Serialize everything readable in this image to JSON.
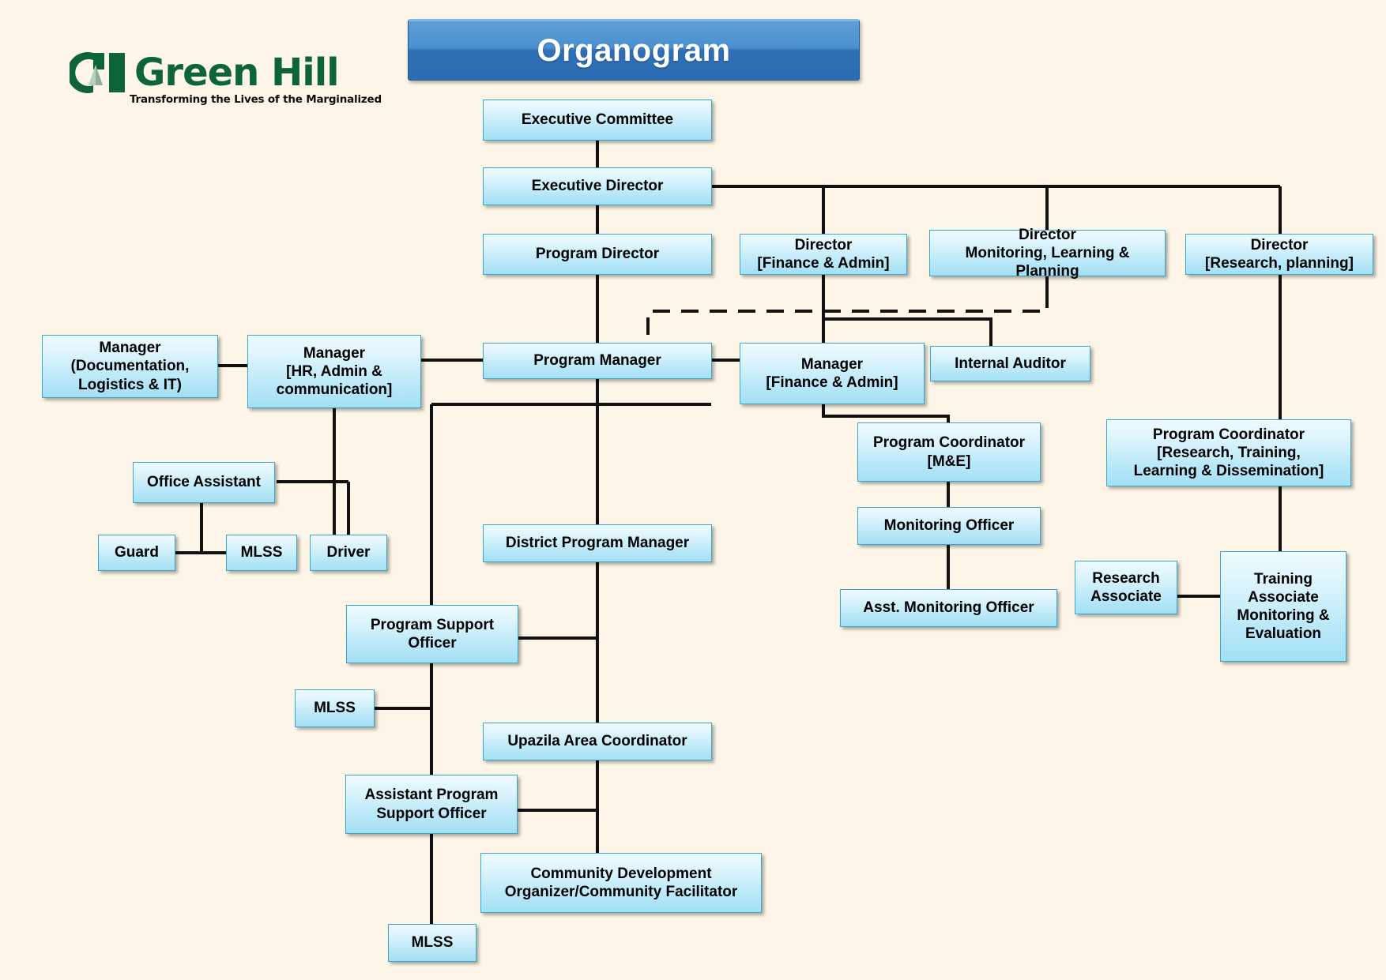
{
  "page": {
    "background_color": "#fdf6e8",
    "title": "Organogram"
  },
  "brand": {
    "name": "Green Hill",
    "tagline": "Transforming the Lives of the Marginalized",
    "logo_mark": "green-hill-gh-monogram",
    "color": "#0c6437"
  },
  "header": {
    "banner_label": "Organogram",
    "banner_color": "#2f6fb5",
    "banner_text_color": "#ffffff"
  },
  "style": {
    "node_fill_top": "#eefaff",
    "node_fill_bottom": "#a3dff4",
    "node_border": "#3aa7c6",
    "connector_color": "#111111"
  },
  "chart_data": {
    "type": "diagram",
    "title": "Organogram",
    "nodes": [
      {
        "id": "exec-committee",
        "label": "Executive Committee"
      },
      {
        "id": "exec-director",
        "label": "Executive Director"
      },
      {
        "id": "program-director",
        "label": "Program Director"
      },
      {
        "id": "director-finance",
        "label": "Director\n[Finance & Admin]"
      },
      {
        "id": "director-monitoring",
        "label": "Director\nMonitoring, Learning &\nPlanning"
      },
      {
        "id": "director-research",
        "label": "Director\n[Research, planning]"
      },
      {
        "id": "manager-doc",
        "label": "Manager\n(Documentation,\nLogistics & IT)"
      },
      {
        "id": "manager-hr",
        "label": "Manager\n[HR, Admin &\ncommunication]"
      },
      {
        "id": "program-manager",
        "label": "Program Manager"
      },
      {
        "id": "manager-finance",
        "label": "Manager\n[Finance & Admin]"
      },
      {
        "id": "internal-auditor",
        "label": "Internal Auditor"
      },
      {
        "id": "office-assistant",
        "label": "Office Assistant"
      },
      {
        "id": "guard",
        "label": "Guard"
      },
      {
        "id": "mlss-admin",
        "label": "MLSS"
      },
      {
        "id": "driver",
        "label": "Driver"
      },
      {
        "id": "district-program-mgr",
        "label": "District Program Manager"
      },
      {
        "id": "pc-me",
        "label": "Program Coordinator\n[M&E]"
      },
      {
        "id": "monitoring-officer",
        "label": "Monitoring Officer"
      },
      {
        "id": "asst-monitoring",
        "label": "Asst. Monitoring Officer"
      },
      {
        "id": "pc-research",
        "label": "Program Coordinator\n[Research, Training,\nLearning & Dissemination]"
      },
      {
        "id": "research-associate",
        "label": "Research\nAssociate"
      },
      {
        "id": "training-associate",
        "label": "Training\nAssociate\nMonitoring &\nEvaluation"
      },
      {
        "id": "program-support",
        "label": "Program Support\nOfficer"
      },
      {
        "id": "mlss-support",
        "label": "MLSS"
      },
      {
        "id": "upazila-coordinator",
        "label": "Upazila Area Coordinator"
      },
      {
        "id": "asst-program-support",
        "label": "Assistant Program\nSupport Officer"
      },
      {
        "id": "cdo",
        "label": "Community Development\nOrganizer/Community Facilitator"
      },
      {
        "id": "mlss-bottom",
        "label": "MLSS"
      }
    ],
    "edges": [
      {
        "from": "exec-committee",
        "to": "exec-director",
        "style": "solid"
      },
      {
        "from": "exec-director",
        "to": "program-director",
        "style": "solid"
      },
      {
        "from": "exec-director",
        "to": "director-finance",
        "style": "solid"
      },
      {
        "from": "exec-director",
        "to": "director-monitoring",
        "style": "solid"
      },
      {
        "from": "exec-director",
        "to": "director-research",
        "style": "solid"
      },
      {
        "from": "program-director",
        "to": "program-manager",
        "style": "solid"
      },
      {
        "from": "program-manager",
        "to": "manager-hr",
        "style": "solid"
      },
      {
        "from": "manager-hr",
        "to": "manager-doc",
        "style": "solid"
      },
      {
        "from": "program-manager",
        "to": "manager-finance",
        "style": "solid"
      },
      {
        "from": "program-manager",
        "to": "director-monitoring",
        "style": "dashed"
      },
      {
        "from": "director-finance",
        "to": "manager-finance",
        "style": "solid"
      },
      {
        "from": "director-finance",
        "to": "internal-auditor",
        "style": "solid"
      },
      {
        "from": "manager-hr",
        "to": "office-assistant",
        "style": "solid"
      },
      {
        "from": "manager-hr",
        "to": "driver",
        "style": "solid"
      },
      {
        "from": "office-assistant",
        "to": "guard",
        "style": "solid"
      },
      {
        "from": "office-assistant",
        "to": "mlss-admin",
        "style": "solid"
      },
      {
        "from": "program-manager",
        "to": "district-program-mgr",
        "style": "solid"
      },
      {
        "from": "manager-finance",
        "to": "pc-me",
        "style": "solid"
      },
      {
        "from": "pc-me",
        "to": "monitoring-officer",
        "style": "solid"
      },
      {
        "from": "monitoring-officer",
        "to": "asst-monitoring",
        "style": "solid"
      },
      {
        "from": "director-research",
        "to": "pc-research",
        "style": "solid"
      },
      {
        "from": "pc-research",
        "to": "research-associate",
        "style": "solid"
      },
      {
        "from": "pc-research",
        "to": "training-associate",
        "style": "solid"
      },
      {
        "from": "program-manager",
        "to": "program-support",
        "style": "solid"
      },
      {
        "from": "program-support",
        "to": "mlss-support",
        "style": "solid"
      },
      {
        "from": "district-program-mgr",
        "to": "program-support",
        "style": "solid"
      },
      {
        "from": "district-program-mgr",
        "to": "upazila-coordinator",
        "style": "solid"
      },
      {
        "from": "program-support",
        "to": "asst-program-support",
        "style": "solid"
      },
      {
        "from": "upazila-coordinator",
        "to": "asst-program-support",
        "style": "solid"
      },
      {
        "from": "upazila-coordinator",
        "to": "cdo",
        "style": "solid"
      },
      {
        "from": "asst-program-support",
        "to": "mlss-bottom",
        "style": "solid"
      }
    ]
  },
  "nodes": {
    "exec_committee": "Executive Committee",
    "exec_director": "Executive Director",
    "program_director": "Program Director",
    "director_finance_l1": "Director",
    "director_finance_l2": "[Finance & Admin]",
    "director_monitoring_l1": "Director",
    "director_monitoring_l2": "Monitoring, Learning &",
    "director_monitoring_l3": "Planning",
    "director_research_l1": "Director",
    "director_research_l2": "[Research, planning]",
    "manager_doc_l1": "Manager",
    "manager_doc_l2": "(Documentation,",
    "manager_doc_l3": "Logistics & IT)",
    "manager_hr_l1": "Manager",
    "manager_hr_l2": "[HR, Admin &",
    "manager_hr_l3": "communication]",
    "program_manager": "Program Manager",
    "manager_finance_l1": "Manager",
    "manager_finance_l2": "[Finance & Admin]",
    "internal_auditor": "Internal Auditor",
    "office_assistant": "Office Assistant",
    "guard": "Guard",
    "mlss_admin": "MLSS",
    "driver": "Driver",
    "district_program_manager": "District Program Manager",
    "pc_me_l1": "Program Coordinator",
    "pc_me_l2": "[M&E]",
    "monitoring_officer": "Monitoring Officer",
    "asst_monitoring_officer": "Asst. Monitoring Officer",
    "pc_research_l1": "Program Coordinator",
    "pc_research_l2": "[Research, Training,",
    "pc_research_l3": "Learning & Dissemination]",
    "research_associate_l1": "Research",
    "research_associate_l2": "Associate",
    "training_associate_l1": "Training",
    "training_associate_l2": "Associate",
    "training_associate_l3": "Monitoring &",
    "training_associate_l4": "Evaluation",
    "program_support_l1": "Program Support",
    "program_support_l2": "Officer",
    "mlss_support": "MLSS",
    "upazila_coordinator": "Upazila Area Coordinator",
    "asst_program_support_l1": "Assistant Program",
    "asst_program_support_l2": "Support Officer",
    "cdo_l1": "Community Development",
    "cdo_l2": "Organizer/Community Facilitator",
    "mlss_bottom": "MLSS"
  }
}
